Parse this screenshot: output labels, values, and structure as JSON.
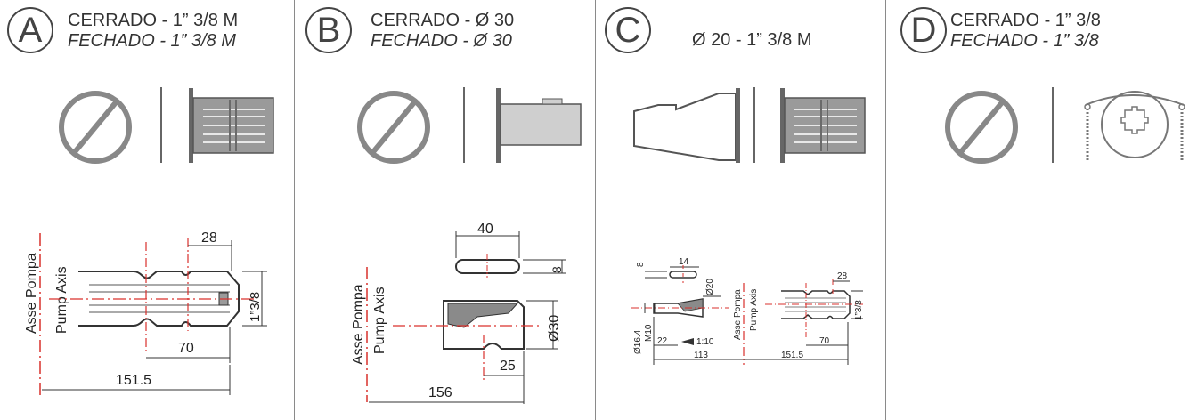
{
  "panels": [
    {
      "letter": "A",
      "line1": "CERRADO - 1” 3/8 M",
      "line2": "FECHADO - 1” 3/8 M"
    },
    {
      "letter": "B",
      "line1": "CERRADO - Ø 30",
      "line2": "FECHADO - Ø 30"
    },
    {
      "letter": "C",
      "line1": "Ø 20 - 1” 3/8 M",
      "line2": ""
    },
    {
      "letter": "D",
      "line1": "CERRADO - 1” 3/8",
      "line2": "FECHADO - 1” 3/8"
    }
  ],
  "labels": {
    "asse_pompa": "Asse Pompa",
    "pump_axis": "Pump Axis"
  },
  "dims": {
    "a": {
      "d28": "28",
      "d70": "70",
      "d1515": "151.5",
      "thread": "1”3/8"
    },
    "b": {
      "d40": "40",
      "d8": "8",
      "d30": "Ø30",
      "d25": "25",
      "d156": "156"
    },
    "c": {
      "d14": "14",
      "d8": "8",
      "d20": "Ø20",
      "d164": "Ø16.4",
      "m10": "M10",
      "d22": "22",
      "taper": "1:10",
      "d113": "113",
      "d1515": "151.5",
      "d28": "28",
      "d70": "70",
      "thread": "1”3/8"
    }
  },
  "colors": {
    "line": "#444444",
    "grey_fill": "#9a9a9a",
    "light_fill": "#cfcfcf",
    "axis_red": "#d9302c"
  }
}
